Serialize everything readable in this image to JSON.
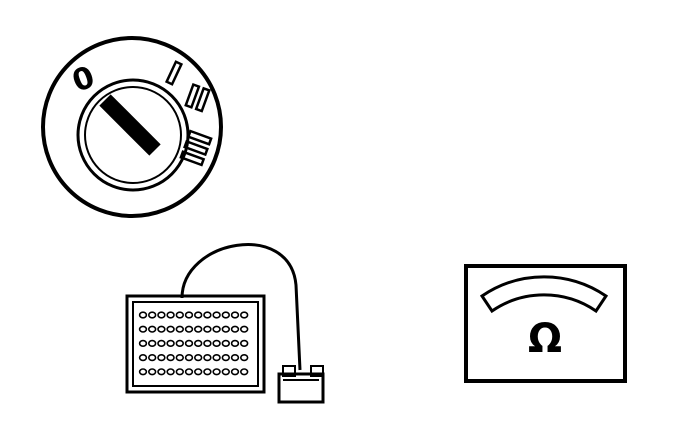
{
  "ignition_switch": {
    "icon": "ignition-switch-icon",
    "positions": [
      "0",
      "I",
      "II",
      "III"
    ]
  },
  "breakout_box": {
    "icon": "breakout-box-icon",
    "socket_rows": 5,
    "sockets_per_row": 12
  },
  "ohmmeter": {
    "icon": "ohmmeter-icon",
    "unit_symbol": "Ω"
  },
  "colors": {
    "ink": "#000000",
    "paper": "#ffffff"
  }
}
